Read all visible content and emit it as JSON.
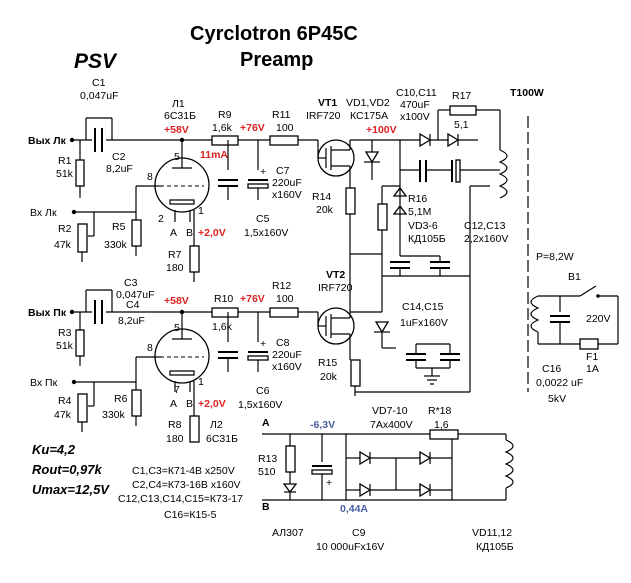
{
  "title_line1": "Cyrclotron 6P45C",
  "title_line2": "Preamp",
  "brand": "PSV",
  "specs": {
    "ku": "Ku=4,2",
    "rout": "Rout=0,97k",
    "umax": "Umax=12,5V"
  },
  "notes": [
    "C1,C3=К71-4В x250V",
    "C2,C4=К73-16В x160V",
    "C12,C13,C14,C15=К73-17",
    "C16=К15-5"
  ],
  "io": {
    "out_left": "Вых Лк",
    "in_left": "Вх Лк",
    "out_right": "Вых Пк",
    "in_right": "Вх Пк",
    "mains": "220V",
    "power": "P=8,2W"
  },
  "voltages": {
    "b58_top": "+58V",
    "b76_top": "+76V",
    "b58_bot": "+58V",
    "b76_bot": "+76V",
    "b100": "+100V",
    "cur_11": "11mA",
    "k2_top": "+2,0V",
    "k2_bot": "+2,0V",
    "fil_v": "-6,3V",
    "fil_i": "0,44A"
  },
  "parts": {
    "c1": [
      "C1",
      "0,047uF"
    ],
    "c2": [
      "C2",
      "8,2uF"
    ],
    "c3": [
      "C3",
      "0,047uF"
    ],
    "c4": [
      "C4",
      "8,2uF"
    ],
    "r1": [
      "R1",
      "51k"
    ],
    "r2": [
      "R2",
      "47k"
    ],
    "r3": [
      "R3",
      "51k"
    ],
    "r4": [
      "R4",
      "47k"
    ],
    "r5": [
      "R5",
      "330k"
    ],
    "r6": [
      "R6",
      "330k"
    ],
    "r7": [
      "R7",
      "180"
    ],
    "r8": [
      "R8",
      "180"
    ],
    "l1": [
      "Л1",
      "6С31Б"
    ],
    "l2": [
      "Л2",
      "6С31Б"
    ],
    "r9": [
      "R9",
      "1,6k"
    ],
    "r10": [
      "R10",
      "1,6k"
    ],
    "r11": [
      "R11",
      "100"
    ],
    "r12": [
      "R12",
      "100"
    ],
    "c5": [
      "C5",
      "1,5x160V"
    ],
    "c6": [
      "C6",
      "1,5x160V"
    ],
    "c7": [
      "C7",
      "220uF",
      "x160V"
    ],
    "c8": [
      "C8",
      "220uF",
      "x160V"
    ],
    "vt1": [
      "VT1",
      "IRF720"
    ],
    "vt2": [
      "VT2",
      "IRF720"
    ],
    "r14": [
      "R14",
      "20k"
    ],
    "r15": [
      "R15",
      "20k"
    ],
    "vd12": [
      "VD1,VD2",
      "КС175А"
    ],
    "c1011": [
      "C10,C11",
      "470uF",
      "x100V"
    ],
    "r17": [
      "R17",
      "5,1"
    ],
    "r16": [
      "R16",
      "5,1M"
    ],
    "vd36": [
      "VD3-6",
      "КД105Б"
    ],
    "c1213": [
      "C12,C13",
      "2,2x160V"
    ],
    "c1415": [
      "C14,C15",
      "1uFx160V"
    ],
    "t100": "T100W",
    "b1": "B1",
    "f1": [
      "F1",
      "1A"
    ],
    "c16": [
      "C16",
      "0,0022 uF",
      "5kV"
    ],
    "vd710": [
      "VD7-10",
      "7Ax400V"
    ],
    "r18": [
      "R*18",
      "1,6"
    ],
    "r13": [
      "R13",
      "510"
    ],
    "al307": "АЛ307",
    "c9": [
      "C9",
      "10 000uFx16V"
    ],
    "vd1112": [
      "VD11,12",
      "КД105Б"
    ],
    "pin_a": "A",
    "pin_b": "B",
    "pins": [
      "5",
      "8",
      "2",
      "1",
      "A",
      "B",
      "5",
      "8",
      "7",
      "1",
      "A",
      "B"
    ]
  }
}
